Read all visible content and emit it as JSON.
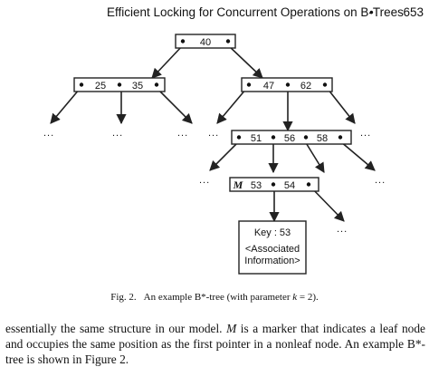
{
  "header": {
    "running_title": "Efficient Locking for Concurrent Operations on B-Trees",
    "bullet": "•",
    "page_number": "653"
  },
  "figure": {
    "root_node": {
      "keys": [
        "40"
      ]
    },
    "level1_left_node": {
      "keys": [
        "25",
        "35"
      ]
    },
    "level1_right_node": {
      "keys": [
        "47",
        "62"
      ]
    },
    "level2_node": {
      "keys": [
        "51",
        "56",
        "58"
      ]
    },
    "leaf_node": {
      "marker": "M",
      "keys": [
        "53",
        "54"
      ]
    },
    "record_box": {
      "key_line": "Key : 53",
      "info_line_1": "<Associated",
      "info_line_2": "Information>"
    },
    "ellipsis": "..."
  },
  "caption": {
    "label": "Fig. 2.",
    "text_before": "An example B*-tree (with parameter ",
    "parameter": "k",
    "text_after": " = 2)."
  },
  "body": {
    "part1": "essentially the same structure in our model. ",
    "marker": "M",
    "part2": " is a marker that indicates a leaf node and occupies the same position as the first pointer in a nonleaf node. An example B*-tree is shown in Figure 2."
  }
}
